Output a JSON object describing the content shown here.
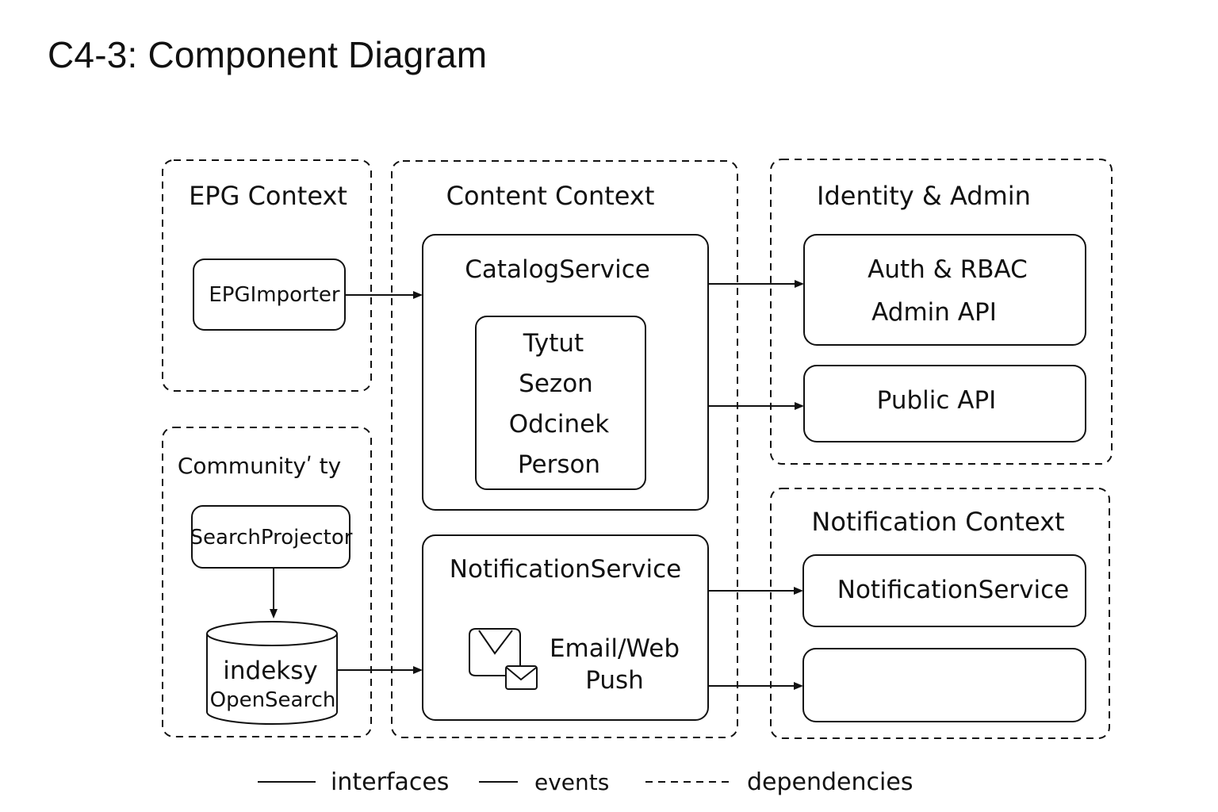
{
  "title": "C4-3: Component Diagram",
  "contexts": {
    "epg": {
      "label": "EPG Context"
    },
    "content": {
      "label": "Content Context"
    },
    "identity": {
      "label": "Identity & Admin"
    },
    "community": {
      "label": "Communityʹ ty"
    },
    "notification": {
      "label": "Notification Context"
    }
  },
  "components": {
    "epg_importer": "EPGImporter",
    "catalog_service": "CatalogService",
    "catalog_entities": [
      "Tytut",
      "Sezon",
      "Odcinek",
      "Person"
    ],
    "auth_rbac": "Auth & RBAC",
    "admin_api": "Admin API",
    "public_api": "Public API",
    "search_projector": "SearchProjector",
    "indexes": [
      "indeksy",
      "OpenSearch"
    ],
    "notification_service_content": "NotificationService",
    "email_web_push": [
      "Email/Web",
      "Push"
    ],
    "notification_service_ctx": "NotificationService",
    "empty_component": ""
  },
  "legend": {
    "interfaces": "interfaces",
    "events": "events",
    "dependencies": "dependencies"
  }
}
